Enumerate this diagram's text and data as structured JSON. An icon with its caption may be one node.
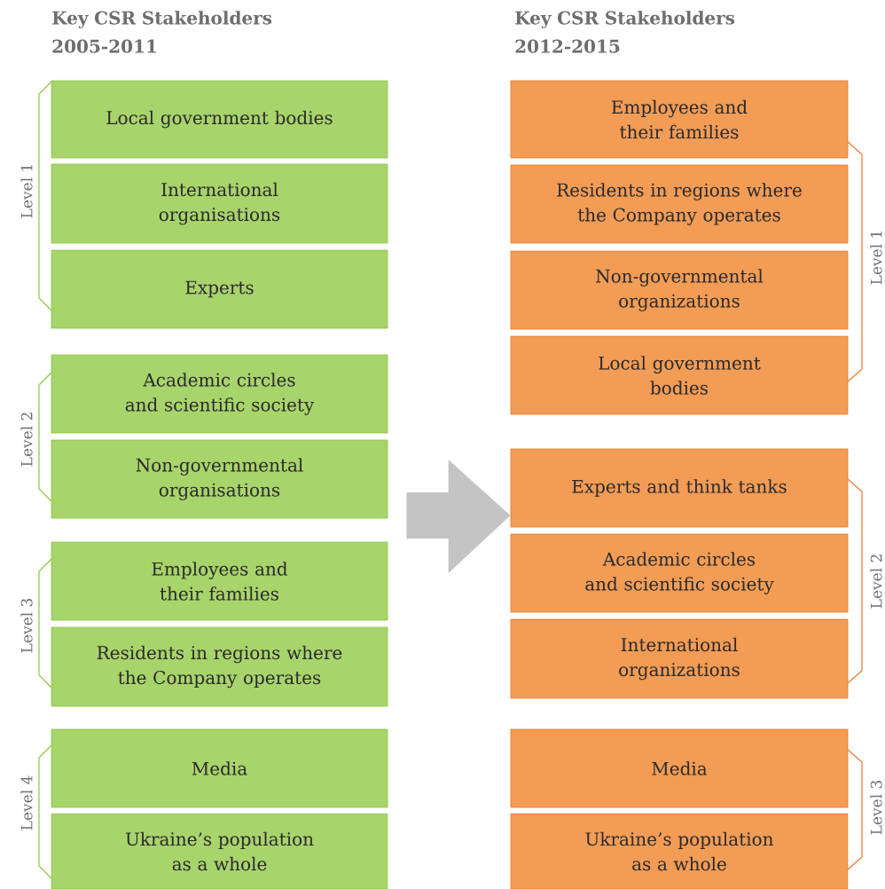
{
  "diagram": {
    "nodes": [
      {
        "text": [
          "Local government bodies"
        ]
      },
      {
        "text": [
          "International organisations"
        ]
      },
      {
        "text": [
          "Experts"
        ]
      },
      {
        "text": [
          "Academic circles and scientific society"
        ]
      },
      {
        "text": [
          "Non-governmental organisations"
        ]
      },
      {
        "text": [
          "Employees and their families"
        ]
      },
      {
        "text": [
          "Residents in regions where the Company operates"
        ]
      },
      {
        "text": [
          "Media"
        ]
      },
      {
        "text": [
          "Ukraine’s population as a whole"
        ]
      },
      {
        "text": [
          "Employees and their families"
        ]
      },
      {
        "text": [
          "Residents in regions where the Company operates"
        ]
      },
      {
        "text": [
          "Non-governmental organizations"
        ]
      },
      {
        "text": [
          "Local government bodies"
        ]
      },
      {
        "text": [
          "Experts and think tanks"
        ]
      },
      {
        "text": [
          "Academic circles and scientific society"
        ]
      },
      {
        "text": [
          "International organizations"
        ]
      },
      {
        "text": [
          "Media"
        ]
      },
      {
        "text": [
          "Ukraine’s population as a whole"
        ]
      }
    ],
    "edges": [
      {
        "from": 4,
        "to": 13,
        "arrow": "to"
      }
    ],
    "labels": [
      "Key CSR Stakeholders 2005-2011",
      "Key CSR Stakeholders 2012-2015",
      "Level 1",
      "Level 2",
      "Level 3",
      "Level 4",
      "Level 1",
      "Level 2",
      "Level 3"
    ]
  }
}
